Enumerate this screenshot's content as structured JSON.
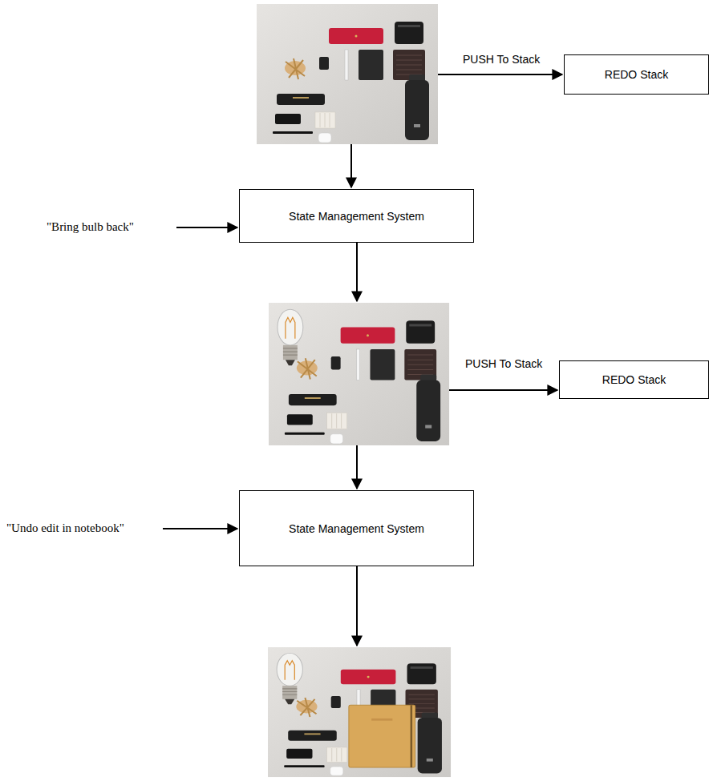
{
  "diagram": {
    "nodes": [
      {
        "text": [
          "REDO Stack"
        ]
      },
      {
        "text": [
          "State Management System"
        ]
      },
      {
        "text": [
          "REDO Stack"
        ]
      },
      {
        "text": [
          "State Management System"
        ]
      }
    ],
    "labels": [
      "PUSH To Stack",
      "\"Bring bulb back\"",
      "PUSH To Stack",
      "\"Undo edit in notebook\""
    ]
  }
}
